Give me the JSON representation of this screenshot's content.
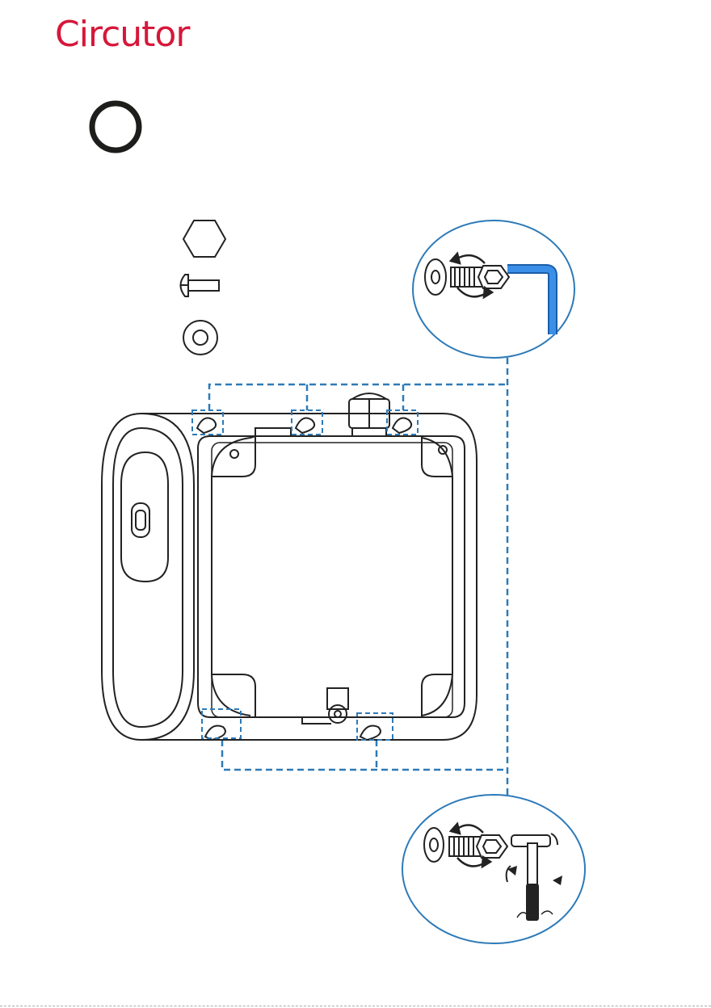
{
  "brand": {
    "name": "Circutor",
    "name_start": "Circut",
    "name_o": "o",
    "name_end": "r",
    "color": "#d6173a"
  },
  "step": {
    "marker": "circle-outline-icon"
  },
  "hardware_legend": [
    {
      "icon": "hex-nut-icon"
    },
    {
      "icon": "flange-screw-icon"
    },
    {
      "icon": "washer-icon"
    }
  ],
  "callouts": {
    "top": {
      "tool": "allen-key-icon",
      "tool_color": "#2e7fd9"
    },
    "bottom": {
      "tool": "t-handle-wrench-icon"
    }
  },
  "colors": {
    "dashed": "#2d7ab8",
    "outline": "#222222"
  }
}
